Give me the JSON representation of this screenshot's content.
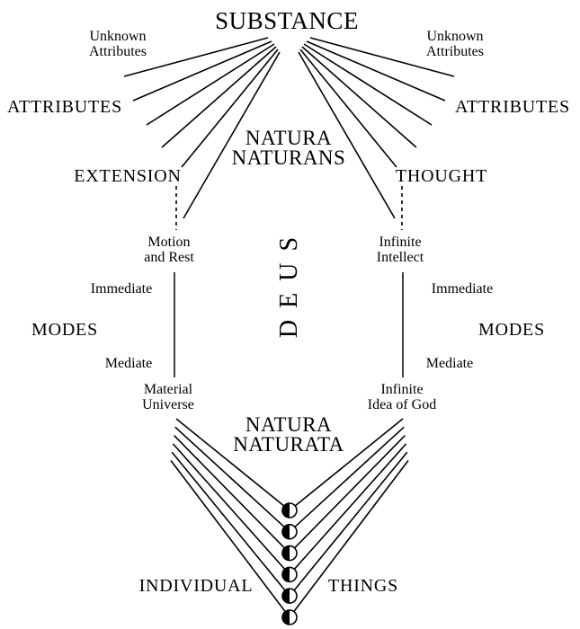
{
  "diagram": {
    "title": "SUBSTANCE",
    "natura_naturans": {
      "line1": "NATURA",
      "line2": "NATURANS"
    },
    "deus": "DEUS",
    "natura_naturata": {
      "line1": "NATURA",
      "line2": "NATURATA"
    },
    "left": {
      "unknown_attributes": {
        "line1": "Unknown",
        "line2": "Attributes"
      },
      "attributes": "ATTRIBUTES",
      "attribute_name": "EXTENSION",
      "immediate_mode": {
        "line1": "Motion",
        "line2": "and Rest"
      },
      "immediate": "Immediate",
      "modes": "MODES",
      "mediate": "Mediate",
      "mediate_mode": {
        "line1": "Material",
        "line2": "Universe"
      }
    },
    "right": {
      "unknown_attributes": {
        "line1": "Unknown",
        "line2": "Attributes"
      },
      "attributes": "ATTRIBUTES",
      "attribute_name": "THOUGHT",
      "immediate_mode": {
        "line1": "Infinite",
        "line2": "Intellect"
      },
      "immediate": "Immediate",
      "modes": "MODES",
      "mediate": "Mediate",
      "mediate_mode": {
        "line1": "Infinite",
        "line2": "Idea of God"
      }
    },
    "individual_things": {
      "left_word": "INDIVIDUAL",
      "right_word": "THINGS",
      "count": 6
    },
    "colors": {
      "ink": "#000000",
      "background": "#ffffff"
    }
  }
}
